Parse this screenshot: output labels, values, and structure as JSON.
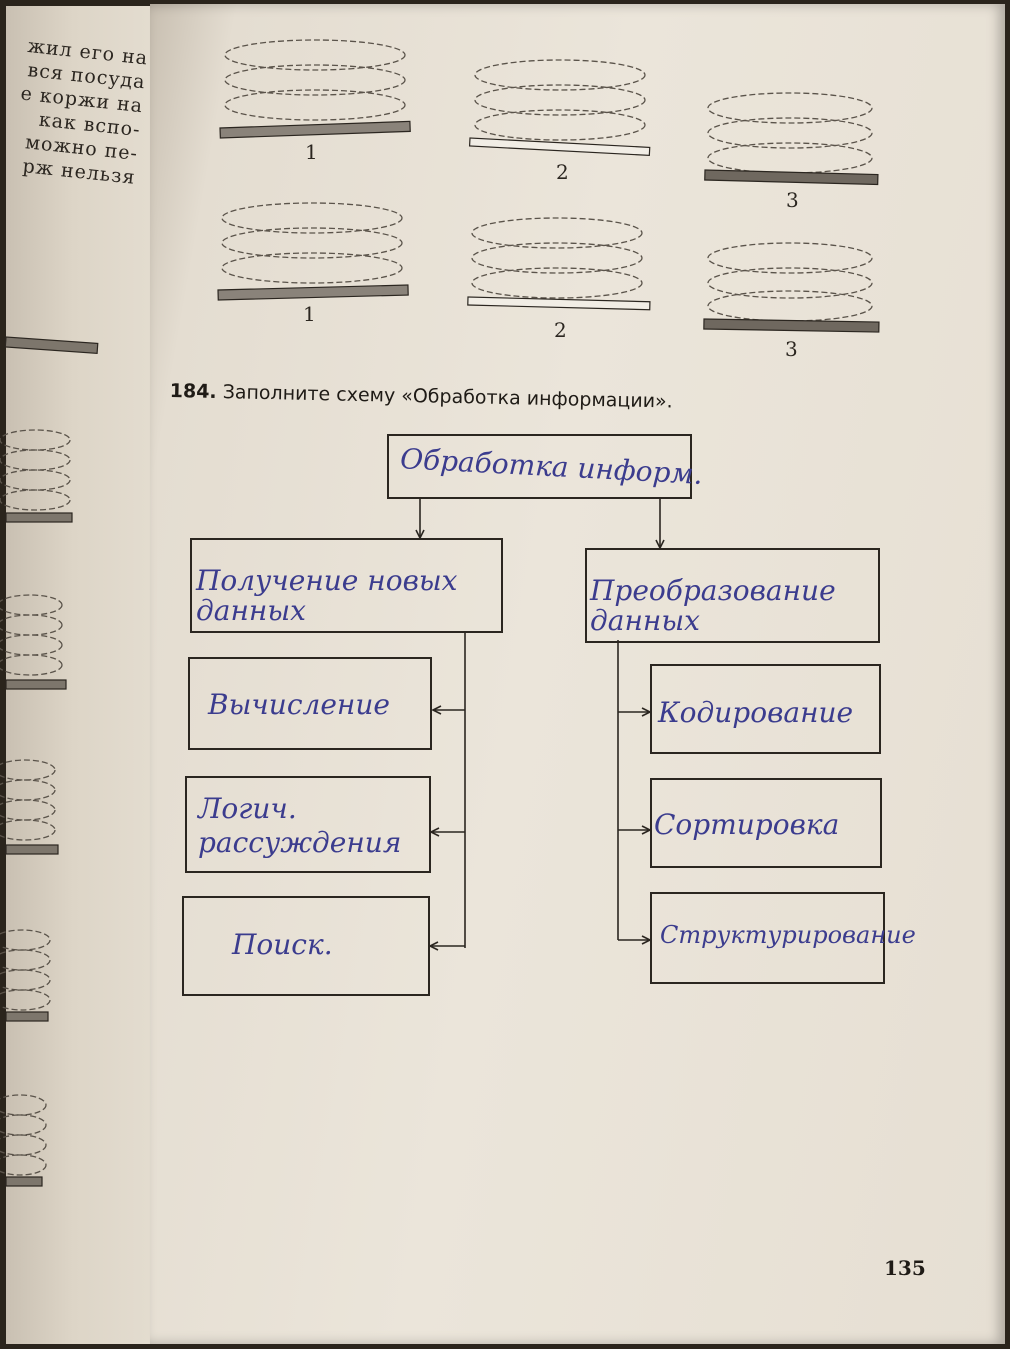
{
  "left_page": {
    "lines": [
      "жил его на",
      "вся посуда",
      "е коржи на",
      "как вспо-",
      "можно пе-",
      "рж нельзя"
    ]
  },
  "figure": {
    "labels_row1": [
      "1",
      "2",
      "3"
    ],
    "labels_row2": [
      "1",
      "2",
      "3"
    ]
  },
  "task": {
    "number": "184.",
    "text": "Заполните схему «Обработка информации»."
  },
  "scheme": {
    "root": "Обработка информ.",
    "left": {
      "title": "Получение новых данных",
      "items": [
        "Вычисление",
        "Логич. рассуждения",
        "Поиск."
      ]
    },
    "right": {
      "title": "Преобразование данных",
      "items": [
        "Кодирование",
        "Сортировка",
        "Структурирование"
      ]
    }
  },
  "page_number": "135"
}
